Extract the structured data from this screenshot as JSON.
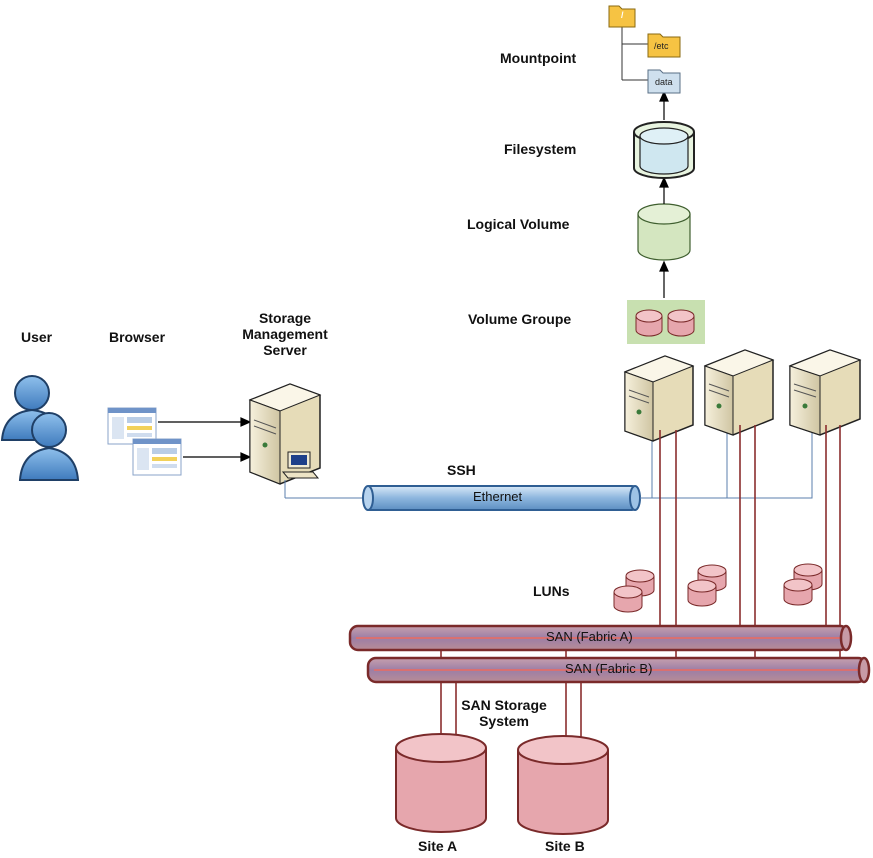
{
  "labels": {
    "user": "User",
    "browser": "Browser",
    "storage_server_line1": "Storage",
    "storage_server_line2": "Management",
    "storage_server_line3": "Server",
    "ssh": "SSH",
    "ethernet": "Ethernet",
    "mountpoint": "Mountpoint",
    "filesystem": "Filesystem",
    "logical_volume": "Logical Volume",
    "volume_group": "Volume Groupe",
    "luns": "LUNs",
    "san_fabric_a": "SAN (Fabric A)",
    "san_fabric_b": "SAN (Fabric B)",
    "san_storage_line1": "SAN Storage",
    "san_storage_line2": "System",
    "site_a": "Site A",
    "site_b": "Site B"
  },
  "folders": {
    "root": "/",
    "etc": "/etc",
    "data": "data"
  },
  "colors": {
    "user_blue": "#4a86c4",
    "ethernet_blue": "#9ec3e6",
    "san_red": "#c98a96",
    "san_border": "#7a2a2a",
    "disk_pink": "#e6a6ad",
    "lv_green": "#d4e6c0",
    "vg_green": "#c8e0b0",
    "fs_blue": "#cfe7f0",
    "folder_yellow": "#f6c343",
    "server_beige": "#f1ead3"
  }
}
